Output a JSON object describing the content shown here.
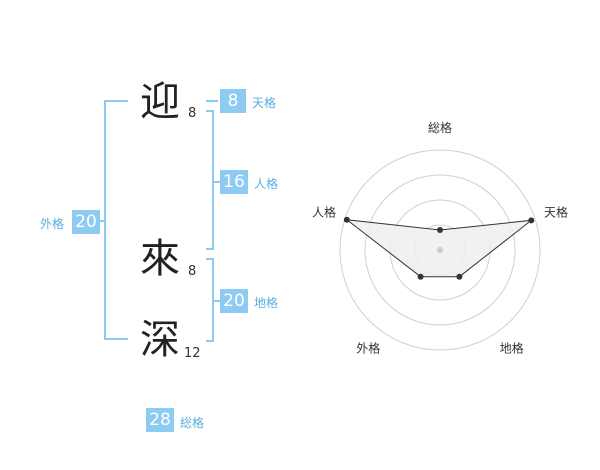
{
  "name": {
    "chars": [
      {
        "char": "迎",
        "strokes": "8"
      },
      {
        "char": "來",
        "strokes": "8"
      },
      {
        "char": "深",
        "strokes": "12"
      }
    ]
  },
  "grids": {
    "ten": {
      "label": "天格",
      "value": "8"
    },
    "jin": {
      "label": "人格",
      "value": "16"
    },
    "chi": {
      "label": "地格",
      "value": "20"
    },
    "gai": {
      "label": "外格",
      "value": "20"
    },
    "so": {
      "label": "総格",
      "value": "28"
    }
  },
  "chart_data": {
    "type": "radar",
    "axes": [
      "総格",
      "天格",
      "地格",
      "外格",
      "人格"
    ],
    "values": [
      0.2,
      0.96,
      0.33,
      0.33,
      0.98
    ],
    "max": 1,
    "rings": 4,
    "colors": {
      "ring": "#d0d0d0",
      "fill": "#eeeeee",
      "line": "#333333",
      "point": "#333333",
      "center": "#cccccc"
    }
  }
}
